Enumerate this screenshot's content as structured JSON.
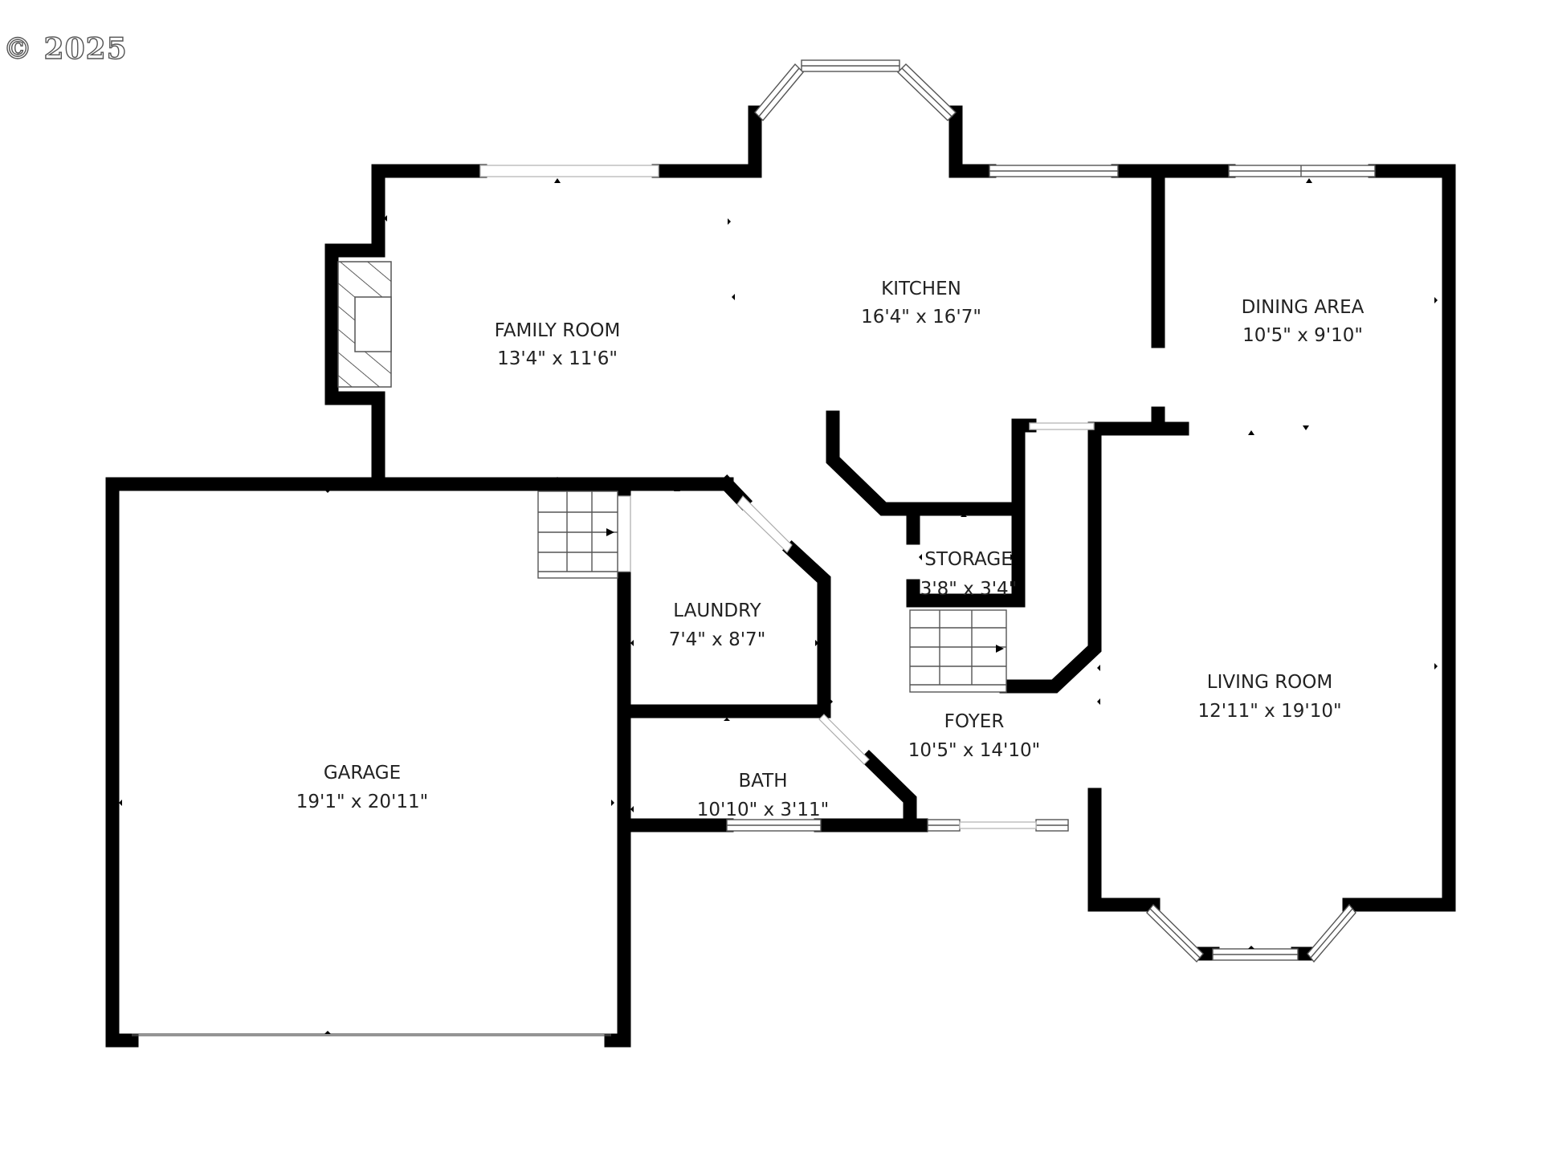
{
  "copyright": "© 2025",
  "colors": {
    "wall": "#000000",
    "window_frame": "#555555",
    "hatch": "#333333",
    "text": "#222222"
  },
  "rooms": [
    {
      "id": "family-room",
      "name": "FAMILY ROOM",
      "dims": "13'4\" x 11'6\""
    },
    {
      "id": "kitchen",
      "name": "KITCHEN",
      "dims": "16'4\" x 16'7\""
    },
    {
      "id": "dining-area",
      "name": "DINING AREA",
      "dims": "10'5\" x 9'10\""
    },
    {
      "id": "storage",
      "name": "STORAGE",
      "dims": "3'8\" x 3'4\""
    },
    {
      "id": "laundry",
      "name": "LAUNDRY",
      "dims": "7'4\" x 8'7\""
    },
    {
      "id": "foyer",
      "name": "FOYER",
      "dims": "10'5\" x 14'10\""
    },
    {
      "id": "living-room",
      "name": "LIVING ROOM",
      "dims": "12'11\" x 19'10\""
    },
    {
      "id": "bath",
      "name": "BATH",
      "dims": "10'10\" x 3'11\""
    },
    {
      "id": "garage",
      "name": "GARAGE",
      "dims": "19'1\" x 20'11\""
    }
  ]
}
